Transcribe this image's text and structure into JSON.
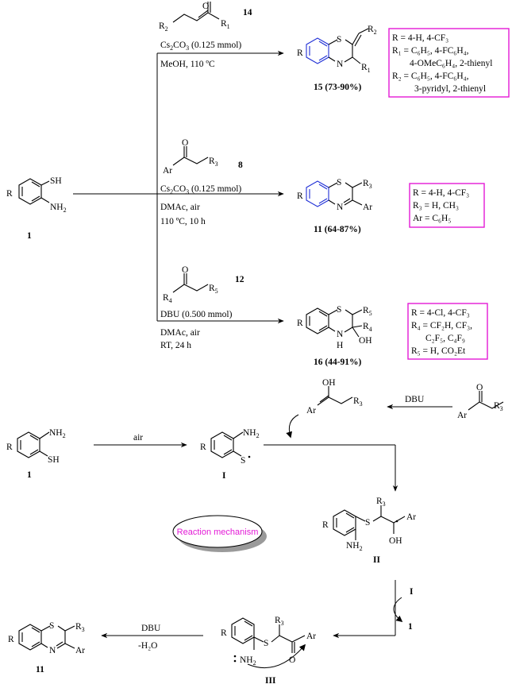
{
  "top": {
    "start_label": "1",
    "start_R": "R",
    "start_SH": "SH",
    "start_NH2": "NH",
    "start_NH2_sub": "2",
    "upper": {
      "reagent_number": "14",
      "R1": "R",
      "R1_sub": "1",
      "R2": "R",
      "R2_sub": "2",
      "base": "Cs",
      "base_sub": "2",
      "base_rest": "CO",
      "base_sub2": "3",
      "base_amount": " (0.125 mmol)",
      "conditions": "MeOH, 110 ºC",
      "product_label": "15 (73-90%)",
      "product_R": "R",
      "product_S": "S",
      "product_N": "N",
      "product_R1": "R",
      "product_R1_sub": "1",
      "product_R2": "R",
      "product_R2_sub": "2",
      "box": [
        "R = 4-H, 4-CF₃",
        "R₁ = C₆H₅, 4-FC₆H₄,",
        "4-OMeC₆H₄, 2-thienyl",
        "R₂ = C₆H₅, 4-FC₆H₄,",
        "3-pyridyl, 2-thienyl"
      ]
    },
    "middle": {
      "reagent_number": "8",
      "Ar": "Ar",
      "R3": "R",
      "R3_sub": "3",
      "base": "Cs",
      "base_sub": "2",
      "base_rest": "CO",
      "base_sub2": "3",
      "base_amount": " (0.125 mmol)",
      "conditions1": "DMAc, air",
      "conditions2": "110 ºC, 10 h",
      "product_label": "11 (64-87%)",
      "product_R": "R",
      "product_S": "S",
      "product_N": "N",
      "product_R3": "R",
      "product_R3_sub": "3",
      "product_Ar": "Ar",
      "box": [
        "R = 4-H, 4-CF₃",
        "R₃ = H, CH₃",
        "Ar = C₆H₅"
      ]
    },
    "lower": {
      "reagent_number": "12",
      "R4": "R",
      "R4_sub": "4",
      "R5": "R",
      "R5_sub": "5",
      "base": "DBU (0.500 mmol)",
      "conditions1": "DMAc, air",
      "conditions2": "RT, 24 h",
      "product_label": "16 (44-91%)",
      "product_R": "R",
      "product_S": "S",
      "product_N": "N",
      "product_H": "H",
      "product_R4": "R",
      "product_R4_sub": "4",
      "product_OH": "OH",
      "product_R5": "R",
      "product_R5_sub": "5",
      "box": [
        "R = 4-Cl, 4-CF₃",
        "R₄ = CF₂H, CF₃,",
        "C₂F₅, C₄F₉",
        "R₅ = H, CO₂Et"
      ]
    }
  },
  "mechanism": {
    "title": "Reaction mechanism",
    "air": "air",
    "dbu_top": "DBU",
    "start_label": "1",
    "int_I": "I",
    "int_II": "II",
    "int_III": "III",
    "arrow_I": "I",
    "arrow_1": "1",
    "dbu_bottom": "DBU",
    "minus_water": "-H₂O",
    "final_label": "11",
    "NH2": "NH",
    "NH2_sub": "2",
    "SH": "SH",
    "S_rad": "S",
    "R": "R",
    "OH": "OH",
    "Ar": "Ar",
    "R3": "R",
    "R3_sub": "3",
    "S": "S",
    "N": "N",
    "O": "O"
  },
  "colors": {
    "box": "#e31ad6",
    "ring_blue": "#1f2fd6",
    "ellipse_text": "#e31ad6"
  }
}
